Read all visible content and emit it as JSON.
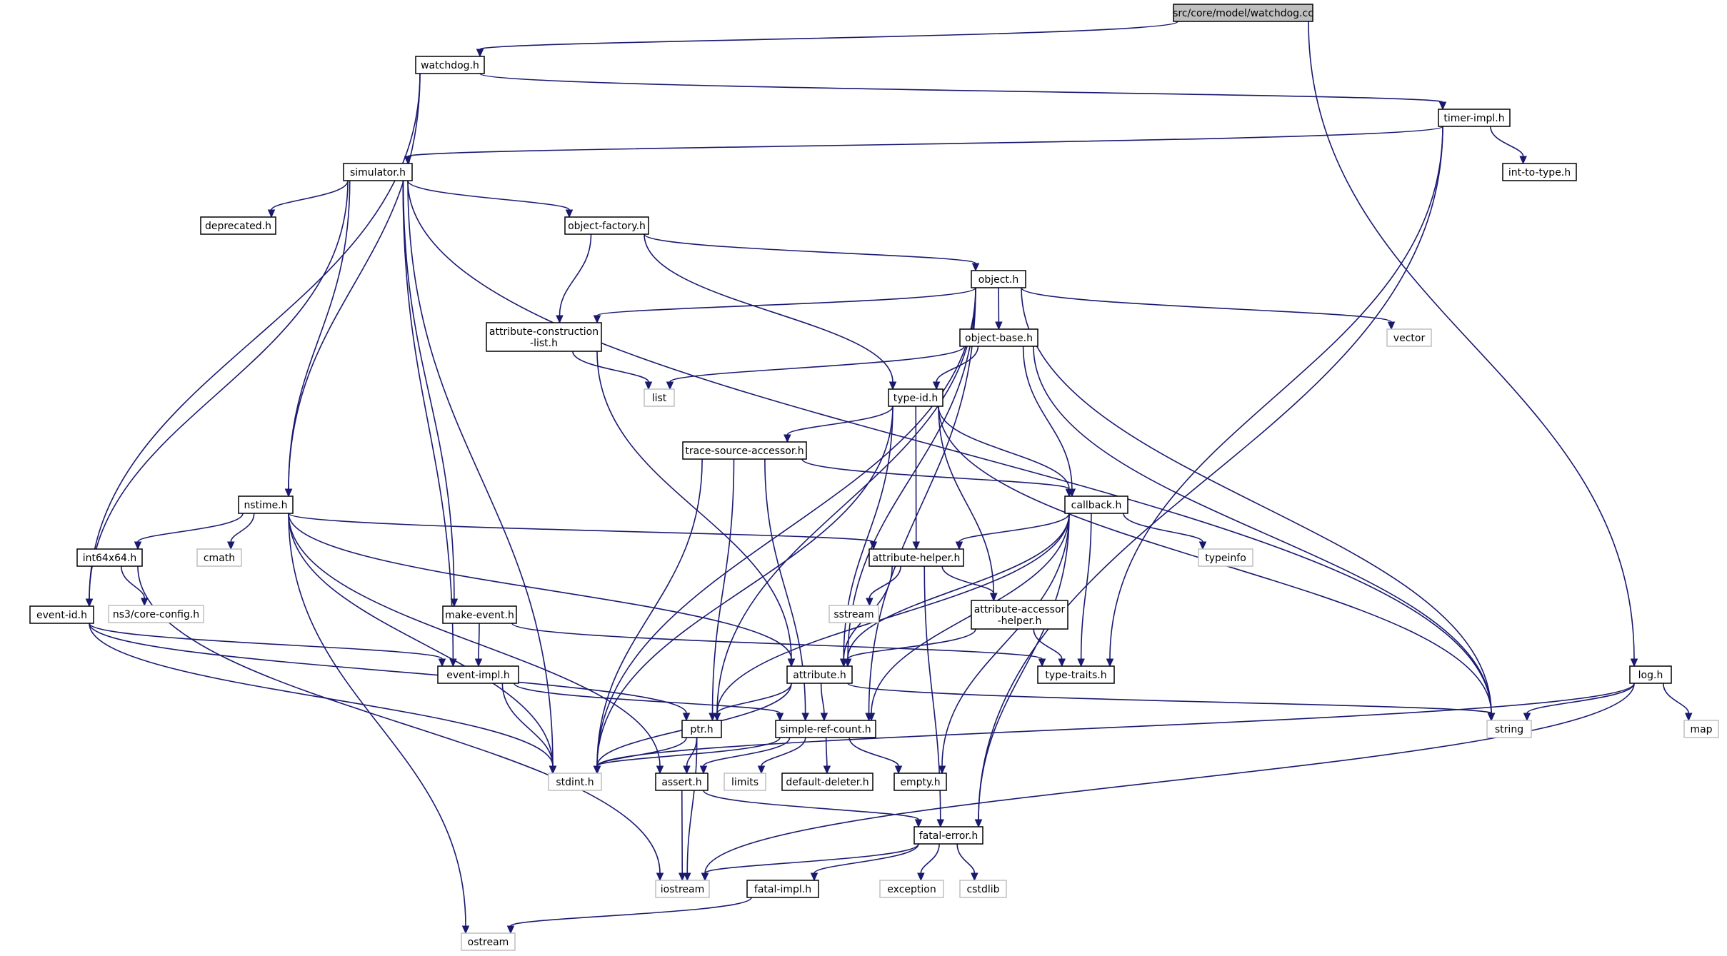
{
  "diagram": {
    "title": "",
    "nodes": [
      {
        "id": "root",
        "lines": [
          "src/core/model/watchdog.cc"
        ],
        "kind": "root"
      },
      {
        "id": "watchdog_h",
        "lines": [
          "watchdog.h"
        ],
        "kind": "header"
      },
      {
        "id": "timer_impl_h",
        "lines": [
          "timer-impl.h"
        ],
        "kind": "header"
      },
      {
        "id": "simulator_h",
        "lines": [
          "simulator.h"
        ],
        "kind": "header"
      },
      {
        "id": "int_to_type_h",
        "lines": [
          "int-to-type.h"
        ],
        "kind": "header"
      },
      {
        "id": "deprecated_h",
        "lines": [
          "deprecated.h"
        ],
        "kind": "header"
      },
      {
        "id": "object_factory_h",
        "lines": [
          "object-factory.h"
        ],
        "kind": "header"
      },
      {
        "id": "object_h",
        "lines": [
          "object.h"
        ],
        "kind": "header"
      },
      {
        "id": "attr_constr_list_h",
        "lines": [
          "attribute-construction",
          "-list.h"
        ],
        "kind": "header"
      },
      {
        "id": "object_base_h",
        "lines": [
          "object-base.h"
        ],
        "kind": "header"
      },
      {
        "id": "vector",
        "lines": [
          "vector"
        ],
        "kind": "external"
      },
      {
        "id": "list",
        "lines": [
          "list"
        ],
        "kind": "external"
      },
      {
        "id": "type_id_h",
        "lines": [
          "type-id.h"
        ],
        "kind": "header"
      },
      {
        "id": "trace_source_acc_h",
        "lines": [
          "trace-source-accessor.h"
        ],
        "kind": "header"
      },
      {
        "id": "nstime_h",
        "lines": [
          "nstime.h"
        ],
        "kind": "header"
      },
      {
        "id": "callback_h",
        "lines": [
          "callback.h"
        ],
        "kind": "header"
      },
      {
        "id": "int64x64_h",
        "lines": [
          "int64x64.h"
        ],
        "kind": "header"
      },
      {
        "id": "cmath",
        "lines": [
          "cmath"
        ],
        "kind": "external"
      },
      {
        "id": "attribute_helper_h",
        "lines": [
          "attribute-helper.h"
        ],
        "kind": "header"
      },
      {
        "id": "typeinfo",
        "lines": [
          "typeinfo"
        ],
        "kind": "external"
      },
      {
        "id": "ns3_core_config_h",
        "lines": [
          "ns3/core-config.h"
        ],
        "kind": "external"
      },
      {
        "id": "sstream",
        "lines": [
          "sstream"
        ],
        "kind": "external"
      },
      {
        "id": "attr_acc_helper_h",
        "lines": [
          "attribute-accessor",
          "-helper.h"
        ],
        "kind": "header"
      },
      {
        "id": "event_id_h",
        "lines": [
          "event-id.h"
        ],
        "kind": "header"
      },
      {
        "id": "make_event_h",
        "lines": [
          "make-event.h"
        ],
        "kind": "header"
      },
      {
        "id": "event_impl_h",
        "lines": [
          "event-impl.h"
        ],
        "kind": "header"
      },
      {
        "id": "attribute_h",
        "lines": [
          "attribute.h"
        ],
        "kind": "header"
      },
      {
        "id": "type_traits_h",
        "lines": [
          "type-traits.h"
        ],
        "kind": "header"
      },
      {
        "id": "log_h",
        "lines": [
          "log.h"
        ],
        "kind": "header"
      },
      {
        "id": "ptr_h",
        "lines": [
          "ptr.h"
        ],
        "kind": "header"
      },
      {
        "id": "simple_ref_count_h",
        "lines": [
          "simple-ref-count.h"
        ],
        "kind": "header"
      },
      {
        "id": "string",
        "lines": [
          "string"
        ],
        "kind": "external"
      },
      {
        "id": "map",
        "lines": [
          "map"
        ],
        "kind": "external"
      },
      {
        "id": "stdint_h",
        "lines": [
          "stdint.h"
        ],
        "kind": "external"
      },
      {
        "id": "assert_h",
        "lines": [
          "assert.h"
        ],
        "kind": "header"
      },
      {
        "id": "limits",
        "lines": [
          "limits"
        ],
        "kind": "external"
      },
      {
        "id": "default_deleter_h",
        "lines": [
          "default-deleter.h"
        ],
        "kind": "header"
      },
      {
        "id": "empty_h",
        "lines": [
          "empty.h"
        ],
        "kind": "header"
      },
      {
        "id": "fatal_error_h",
        "lines": [
          "fatal-error.h"
        ],
        "kind": "header"
      },
      {
        "id": "iostream",
        "lines": [
          "iostream"
        ],
        "kind": "external"
      },
      {
        "id": "fatal_impl_h",
        "lines": [
          "fatal-impl.h"
        ],
        "kind": "header"
      },
      {
        "id": "exception",
        "lines": [
          "exception"
        ],
        "kind": "external"
      },
      {
        "id": "cstdlib",
        "lines": [
          "cstdlib"
        ],
        "kind": "external"
      },
      {
        "id": "ostream",
        "lines": [
          "ostream"
        ],
        "kind": "external"
      }
    ],
    "edges": [
      [
        "root",
        "watchdog_h"
      ],
      [
        "root",
        "log_h"
      ],
      [
        "watchdog_h",
        "timer_impl_h"
      ],
      [
        "watchdog_h",
        "nstime_h"
      ],
      [
        "watchdog_h",
        "event_id_h"
      ],
      [
        "timer_impl_h",
        "simulator_h"
      ],
      [
        "timer_impl_h",
        "int_to_type_h"
      ],
      [
        "timer_impl_h",
        "type_traits_h"
      ],
      [
        "timer_impl_h",
        "fatal_error_h"
      ],
      [
        "simulator_h",
        "deprecated_h"
      ],
      [
        "simulator_h",
        "object_factory_h"
      ],
      [
        "simulator_h",
        "nstime_h"
      ],
      [
        "simulator_h",
        "event_id_h"
      ],
      [
        "simulator_h",
        "make_event_h"
      ],
      [
        "simulator_h",
        "event_impl_h"
      ],
      [
        "simulator_h",
        "stdint_h"
      ],
      [
        "simulator_h",
        "string"
      ],
      [
        "object_factory_h",
        "object_h"
      ],
      [
        "object_factory_h",
        "attr_constr_list_h"
      ],
      [
        "object_factory_h",
        "type_id_h"
      ],
      [
        "object_h",
        "object_base_h"
      ],
      [
        "object_h",
        "attr_constr_list_h"
      ],
      [
        "object_h",
        "vector"
      ],
      [
        "object_h",
        "string"
      ],
      [
        "object_h",
        "ptr_h"
      ],
      [
        "object_h",
        "attribute_h"
      ],
      [
        "object_h",
        "simple_ref_count_h"
      ],
      [
        "object_h",
        "stdint_h"
      ],
      [
        "attr_constr_list_h",
        "list"
      ],
      [
        "attr_constr_list_h",
        "attribute_h"
      ],
      [
        "object_base_h",
        "type_id_h"
      ],
      [
        "object_base_h",
        "callback_h"
      ],
      [
        "object_base_h",
        "list"
      ],
      [
        "object_base_h",
        "string"
      ],
      [
        "type_id_h",
        "trace_source_acc_h"
      ],
      [
        "type_id_h",
        "callback_h"
      ],
      [
        "type_id_h",
        "attribute_helper_h"
      ],
      [
        "type_id_h",
        "attr_acc_helper_h"
      ],
      [
        "type_id_h",
        "attribute_h"
      ],
      [
        "type_id_h",
        "string"
      ],
      [
        "type_id_h",
        "stdint_h"
      ],
      [
        "trace_source_acc_h",
        "callback_h"
      ],
      [
        "trace_source_acc_h",
        "ptr_h"
      ],
      [
        "trace_source_acc_h",
        "simple_ref_count_h"
      ],
      [
        "trace_source_acc_h",
        "stdint_h"
      ],
      [
        "nstime_h",
        "int64x64_h"
      ],
      [
        "nstime_h",
        "cmath"
      ],
      [
        "nstime_h",
        "attribute_helper_h"
      ],
      [
        "nstime_h",
        "attribute_h"
      ],
      [
        "nstime_h",
        "assert_h"
      ],
      [
        "nstime_h",
        "stdint_h"
      ],
      [
        "nstime_h",
        "ostream"
      ],
      [
        "callback_h",
        "attribute_helper_h"
      ],
      [
        "callback_h",
        "typeinfo"
      ],
      [
        "callback_h",
        "attribute_h"
      ],
      [
        "callback_h",
        "type_traits_h"
      ],
      [
        "callback_h",
        "ptr_h"
      ],
      [
        "callback_h",
        "simple_ref_count_h"
      ],
      [
        "callback_h",
        "empty_h"
      ],
      [
        "callback_h",
        "fatal_error_h"
      ],
      [
        "int64x64_h",
        "ns3_core_config_h"
      ],
      [
        "int64x64_h",
        "iostream"
      ],
      [
        "attribute_helper_h",
        "sstream"
      ],
      [
        "attribute_helper_h",
        "attr_acc_helper_h"
      ],
      [
        "attribute_helper_h",
        "attribute_h"
      ],
      [
        "attribute_helper_h",
        "fatal_error_h"
      ],
      [
        "attr_acc_helper_h",
        "attribute_h"
      ],
      [
        "attr_acc_helper_h",
        "type_traits_h"
      ],
      [
        "event_id_h",
        "event_impl_h"
      ],
      [
        "event_id_h",
        "ptr_h"
      ],
      [
        "event_id_h",
        "stdint_h"
      ],
      [
        "make_event_h",
        "event_impl_h"
      ],
      [
        "make_event_h",
        "type_traits_h"
      ],
      [
        "event_impl_h",
        "simple_ref_count_h"
      ],
      [
        "event_impl_h",
        "stdint_h"
      ],
      [
        "attribute_h",
        "ptr_h"
      ],
      [
        "attribute_h",
        "simple_ref_count_h"
      ],
      [
        "attribute_h",
        "string"
      ],
      [
        "attribute_h",
        "stdint_h"
      ],
      [
        "log_h",
        "string"
      ],
      [
        "log_h",
        "map"
      ],
      [
        "log_h",
        "iostream"
      ],
      [
        "log_h",
        "stdint_h"
      ],
      [
        "ptr_h",
        "assert_h"
      ],
      [
        "ptr_h",
        "iostream"
      ],
      [
        "ptr_h",
        "stdint_h"
      ],
      [
        "simple_ref_count_h",
        "assert_h"
      ],
      [
        "simple_ref_count_h",
        "limits"
      ],
      [
        "simple_ref_count_h",
        "default_deleter_h"
      ],
      [
        "simple_ref_count_h",
        "empty_h"
      ],
      [
        "simple_ref_count_h",
        "stdint_h"
      ],
      [
        "assert_h",
        "fatal_error_h"
      ],
      [
        "assert_h",
        "iostream"
      ],
      [
        "fatal_error_h",
        "fatal_impl_h"
      ],
      [
        "fatal_error_h",
        "exception"
      ],
      [
        "fatal_error_h",
        "cstdlib"
      ],
      [
        "fatal_error_h",
        "iostream"
      ],
      [
        "fatal_impl_h",
        "ostream"
      ]
    ]
  }
}
